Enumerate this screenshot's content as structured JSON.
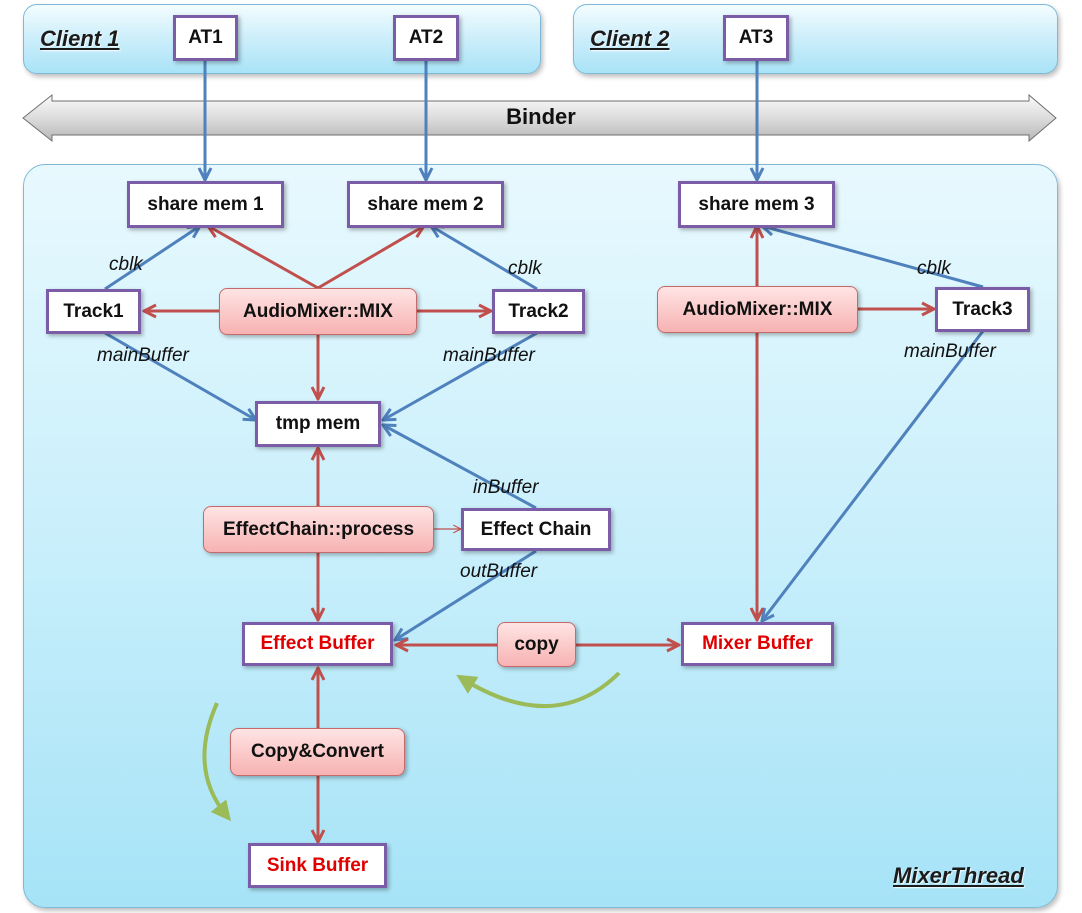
{
  "clients": {
    "client1": "Client 1",
    "client2": "Client 2"
  },
  "audio_tracks": {
    "at1": "AT1",
    "at2": "AT2",
    "at3": "AT3"
  },
  "binder": "Binder",
  "thread": "MixerThread",
  "memory": {
    "share1": "share mem 1",
    "share2": "share mem 2",
    "share3": "share mem 3",
    "tmp": "tmp mem"
  },
  "tracks": {
    "track1": "Track1",
    "track2": "Track2",
    "track3": "Track3"
  },
  "operations": {
    "mix1": "AudioMixer::MIX",
    "mix2": "AudioMixer::MIX",
    "effect_process": "EffectChain::process",
    "copy": "copy",
    "copy_convert": "Copy&Convert"
  },
  "effect_chain": "Effect Chain",
  "buffers": {
    "effect": "Effect Buffer",
    "mixer": "Mixer Buffer",
    "sink": "Sink Buffer"
  },
  "edge_labels": {
    "cblk1": "cblk",
    "cblk2": "cblk",
    "cblk3": "cblk",
    "main1": "mainBuffer",
    "main2": "mainBuffer",
    "main3": "mainBuffer",
    "in": "inBuffer",
    "out": "outBuffer"
  },
  "colors": {
    "data_flow": "#4f81bd",
    "control_flow": "#c0504d",
    "direction_hint": "#9bbb59",
    "box_border": "#7b5ca6",
    "buffer_text": "#e00000"
  }
}
